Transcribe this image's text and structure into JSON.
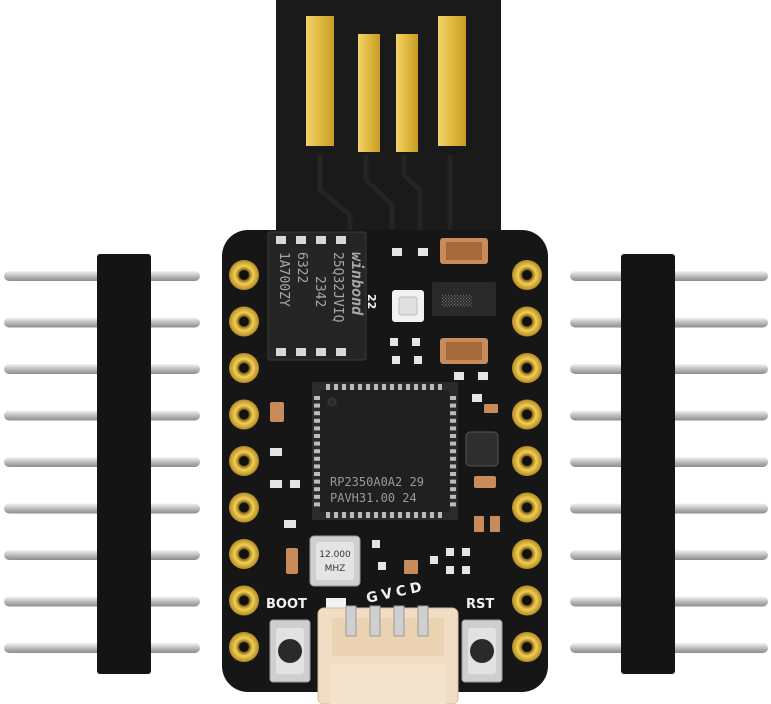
{
  "colors": {
    "background": "#ffffff",
    "pcb": "#161616",
    "gold": "#e8c24a",
    "header_plastic": "#141414",
    "pin": "#d9d9d9"
  },
  "usb_plug": {
    "contacts": 4
  },
  "headers": {
    "left_pins": 9,
    "right_pins": 9
  },
  "board": {
    "castellated_pads_per_side": 9
  },
  "flash_chip": {
    "brand": "winbond",
    "lines": [
      "25Q32JVIQ",
      "2342",
      "6322",
      "1A700ZY"
    ]
  },
  "mcu": {
    "line1": "RP2350A0A2 29",
    "line2": "PAVH31.00  24"
  },
  "crystal": {
    "line1": "12.000",
    "line2": "MHZ"
  },
  "labels": {
    "boot": "BOOT",
    "rst": "RST",
    "pin22": "22",
    "connector_pins": "GVCD"
  }
}
